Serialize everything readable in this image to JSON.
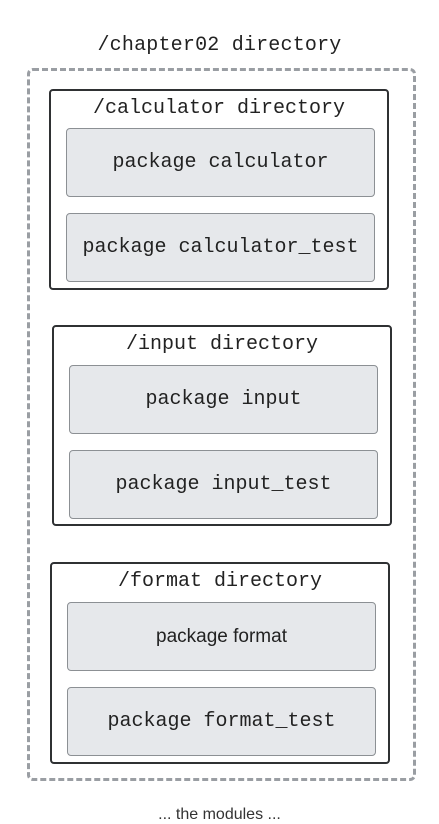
{
  "root": {
    "title": "/chapter02 directory"
  },
  "groups": [
    {
      "title": "/calculator directory",
      "packages": [
        "package calculator",
        "package calculator_test"
      ]
    },
    {
      "title": "/input directory",
      "packages": [
        "package input",
        "package input_test"
      ]
    },
    {
      "title": "/format directory",
      "packages": [
        "package format",
        "package format_test"
      ]
    }
  ],
  "caption": "... the modules ..."
}
